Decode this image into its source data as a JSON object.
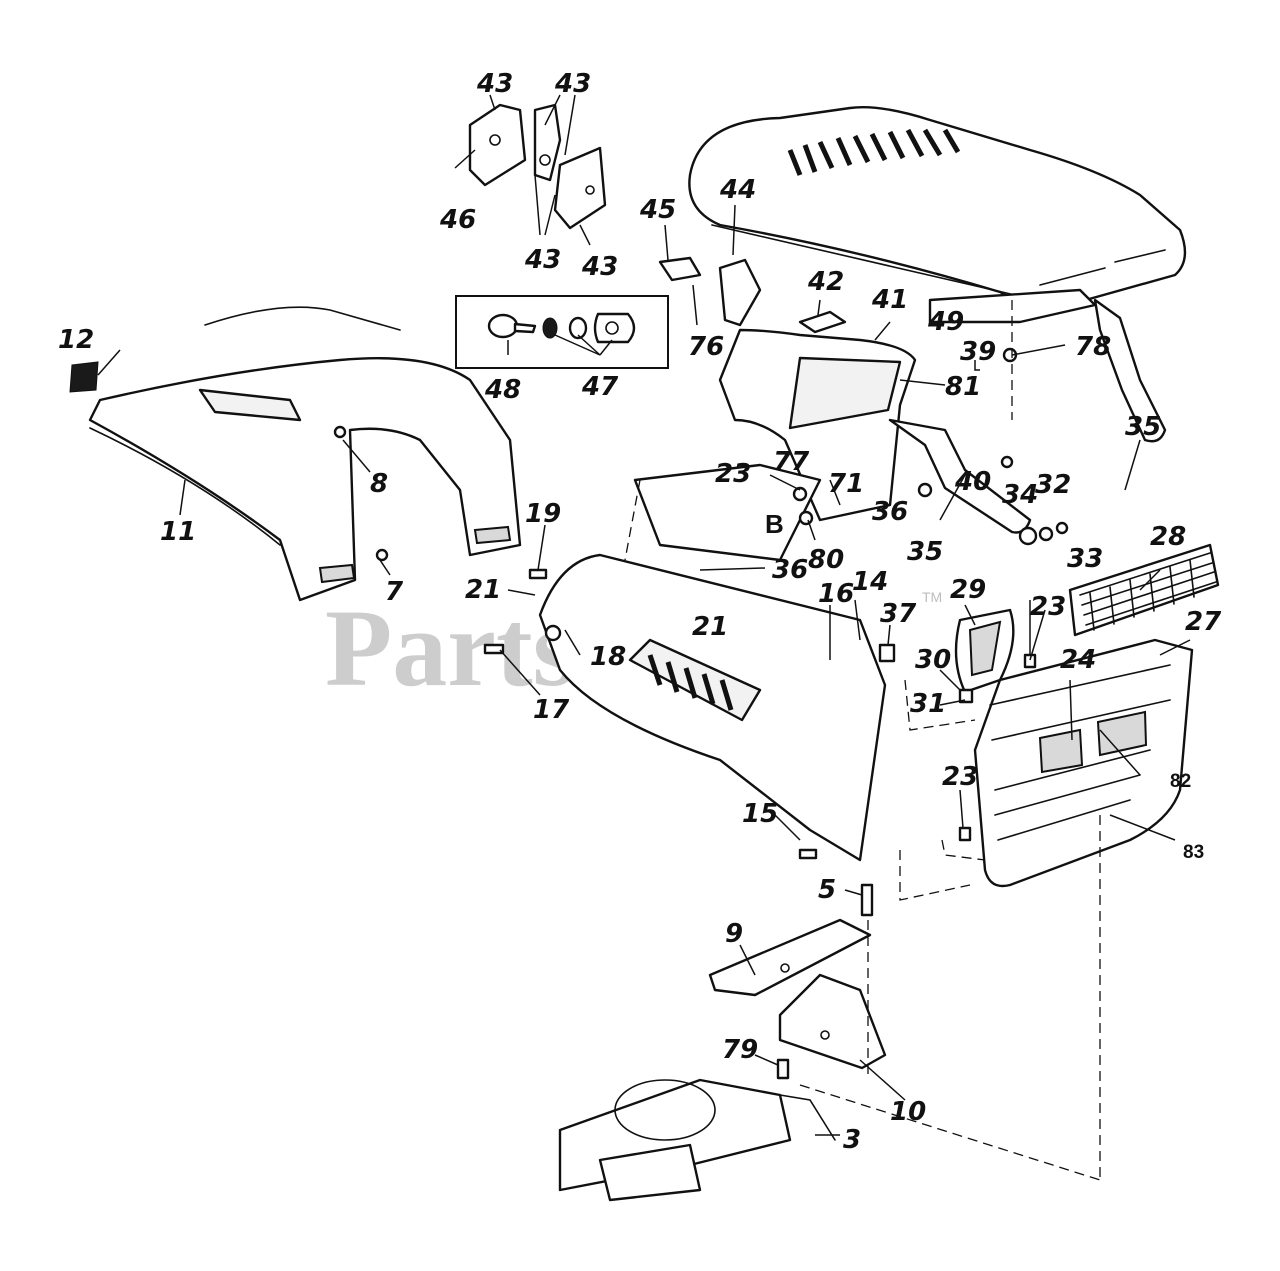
{
  "watermark": {
    "text": "PartsTree",
    "tm": "TM"
  },
  "callouts": {
    "c43a": "43",
    "c43b": "43",
    "c43c": "43",
    "c43d": "43",
    "c46": "46",
    "c45": "45",
    "c44": "44",
    "c42": "42",
    "c76": "76",
    "c49": "49",
    "c41": "41",
    "c81": "81",
    "c39": "39",
    "c78": "78",
    "c35a": "35",
    "c35b": "35",
    "c40": "40",
    "c34": "34",
    "c32": "32",
    "c33": "33",
    "c28": "28",
    "c27": "27",
    "c23a": "23",
    "c23b": "23",
    "c23c": "23",
    "c77": "77",
    "c71": "71",
    "c36a": "36",
    "c36b": "36",
    "cB": "B",
    "c80": "80",
    "c12": "12",
    "c11": "11",
    "c8": "8",
    "c7": "7",
    "c19": "19",
    "c21a": "21",
    "c21b": "21",
    "c16": "16",
    "c14": "14",
    "c37": "37",
    "c29": "29",
    "c30": "30",
    "c31": "31",
    "c24": "24",
    "c82": "82",
    "c83": "83",
    "c18": "18",
    "c17": "17",
    "c15": "15",
    "c5": "5",
    "c9": "9",
    "c79": "79",
    "c10": "10",
    "c3": "3",
    "c48": "48",
    "c47": "47"
  }
}
